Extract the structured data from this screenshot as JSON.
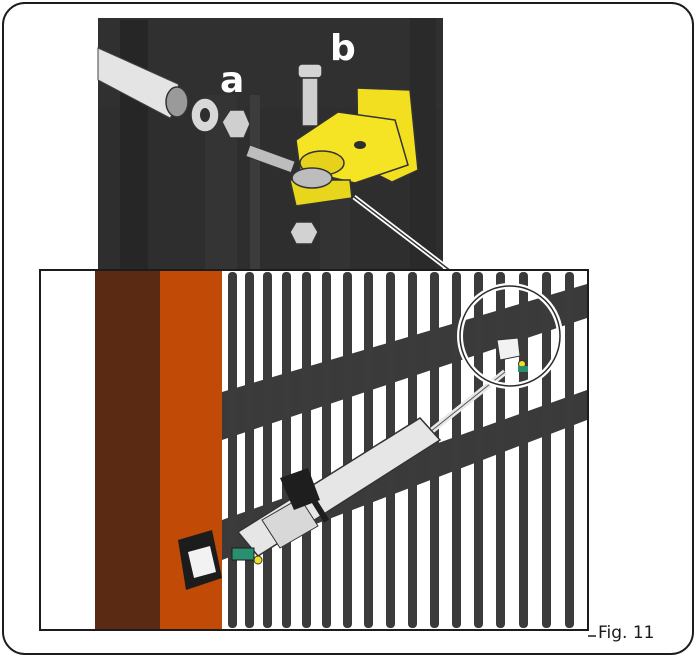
{
  "figure": {
    "caption": "Fig. 11",
    "labels": {
      "a": "a",
      "b": "b"
    }
  },
  "colors": {
    "frame": "#1c1c1c",
    "gate_dark": "#2e2e2e",
    "bars": "#3a3a3a",
    "pillar_dark": "#5a2a12",
    "pillar_orange": "#c04a06",
    "bracket_yellow": "#f2e020",
    "bracket_outline": "#333333",
    "actuator_body": "#e6e6e6",
    "connector_green": "#2a8f6f"
  },
  "icons": {
    "top_view": "gate-bracket-detail",
    "bottom_view": "gate-with-actuator",
    "callout": "zoom-callout-circle"
  }
}
